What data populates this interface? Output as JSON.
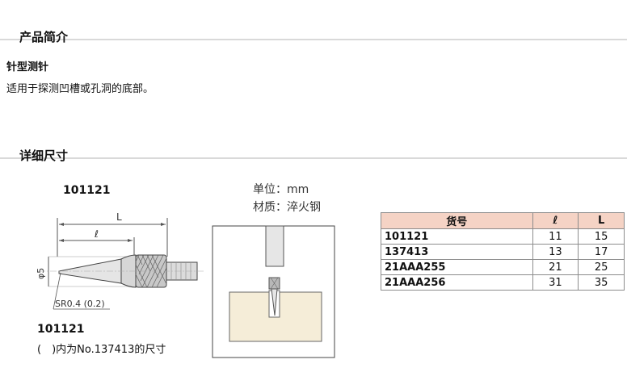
{
  "sections": {
    "intro_title": "产品简介",
    "dims_title": "详细尺寸"
  },
  "product": {
    "name": "针型测针",
    "description": "适用于探测凹槽或孔洞的底部。"
  },
  "drawing": {
    "model_top": "101121",
    "model_bottom": "101121",
    "note": "(　)内为No.137413的尺寸",
    "dim_L": "L",
    "dim_l": "ℓ",
    "dim_dia": "φ5",
    "dim_sr": "SR0.4 (0.2)",
    "unit": "单位：mm",
    "material": "材质：淬火钢"
  },
  "table": {
    "headers": [
      "货号",
      "ℓ",
      "L"
    ],
    "rows": [
      [
        "101121",
        "11",
        "15"
      ],
      [
        "137413",
        "13",
        "17"
      ],
      [
        "21AAA255",
        "21",
        "25"
      ],
      [
        "21AAA256",
        "31",
        "35"
      ]
    ]
  }
}
